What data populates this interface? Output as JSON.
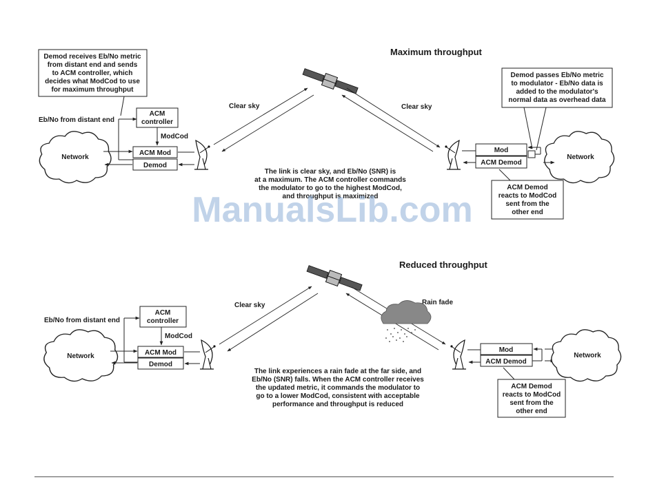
{
  "top": {
    "title": "Maximum throughput",
    "note_left": [
      "Demod receives Eb/No metric",
      "from distant end and sends",
      "to ACM controller, which",
      "decides what ModCod to use",
      "for maximum throughput"
    ],
    "note_right": [
      "Demod passes Eb/No metric",
      "to modulator - Eb/No data is",
      "added to the modulator's",
      "normal data as overhead data"
    ],
    "ebno_label": "Eb/No from distant end",
    "acm_controller": [
      "ACM",
      "controller"
    ],
    "modcod": "ModCod",
    "acm_mod": "ACM Mod",
    "demod": "Demod",
    "network_left": "Network",
    "network_right": "Network",
    "clear_sky_left": "Clear sky",
    "clear_sky_right": "Clear sky",
    "mod_right": "Mod",
    "acm_demod_right": "ACM Demod",
    "acm_demod_note": [
      "ACM Demod",
      "reacts to ModCod",
      "sent from the",
      "other end"
    ],
    "caption": [
      "The link is clear sky, and Eb/No (SNR) is",
      "at a maximum. The ACM controller commands",
      "the modulator to go to the highest ModCod,",
      "and throughput is maximized"
    ]
  },
  "bottom": {
    "title": "Reduced throughput",
    "ebno_label": "Eb/No from distant end",
    "acm_controller": [
      "ACM",
      "controller"
    ],
    "modcod": "ModCod",
    "acm_mod": "ACM Mod",
    "demod": "Demod",
    "network_left": "Network",
    "network_right": "Network",
    "clear_sky": "Clear sky",
    "rain_fade": "Rain fade",
    "mod_right": "Mod",
    "acm_demod_right": "ACM Demod",
    "acm_demod_note": [
      "ACM Demod",
      "reacts to ModCod",
      "sent from the",
      "other end"
    ],
    "caption": [
      "The link experiences a rain fade at the far side, and",
      "Eb/No (SNR) falls. When the ACM controller receives",
      "the updated metric, it commands the modulator to",
      "go to a lower ModCod, consistent with acceptable",
      "performance and throughput is reduced"
    ]
  },
  "watermark": "ManualsLib.com"
}
